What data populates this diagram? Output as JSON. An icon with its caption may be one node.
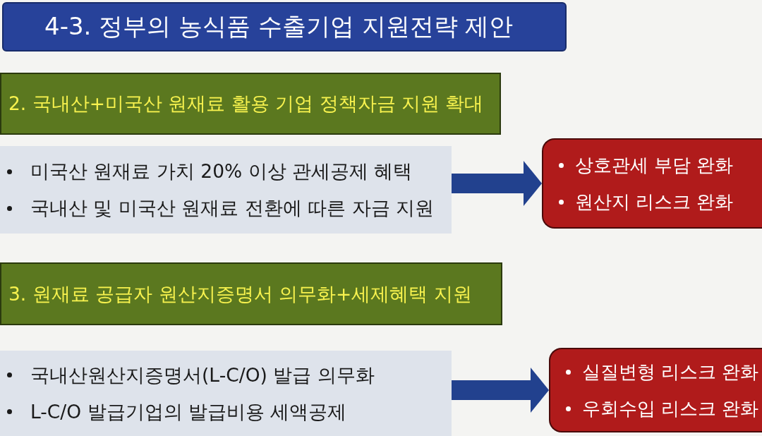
{
  "diagram": {
    "title": "4-3. 정부의 농식품 수출기업 지원전략 제안",
    "nodes": [
      {
        "text": [
          "2. 국내산+미국산 원재료 활용 기업 정책자금 지원 확대"
        ]
      },
      {
        "text": [
          "미국산 원재료 가치 20% 이상 관세공제 혜택",
          "국내산 및 미국산 원재료 전환에 따른 자금 지원"
        ]
      },
      {
        "text": [
          "상호관세 부담 완화",
          "원산지 리스크 완화"
        ]
      },
      {
        "text": [
          "3. 원재료 공급자 원산지증명서 의무화+세제혜택 지원"
        ]
      },
      {
        "text": [
          "국내산원산지증명서(L-C/O) 발급 의무화",
          "L-C/O 발급기업의 발급비용 세액공제"
        ]
      },
      {
        "text": [
          "실질변형 리스크 완화",
          "우회수입 리스크 완화"
        ]
      }
    ],
    "edges": [
      {
        "from": 1,
        "to": 2,
        "arrow": "to"
      },
      {
        "from": 4,
        "to": 5,
        "arrow": "to"
      }
    ]
  }
}
